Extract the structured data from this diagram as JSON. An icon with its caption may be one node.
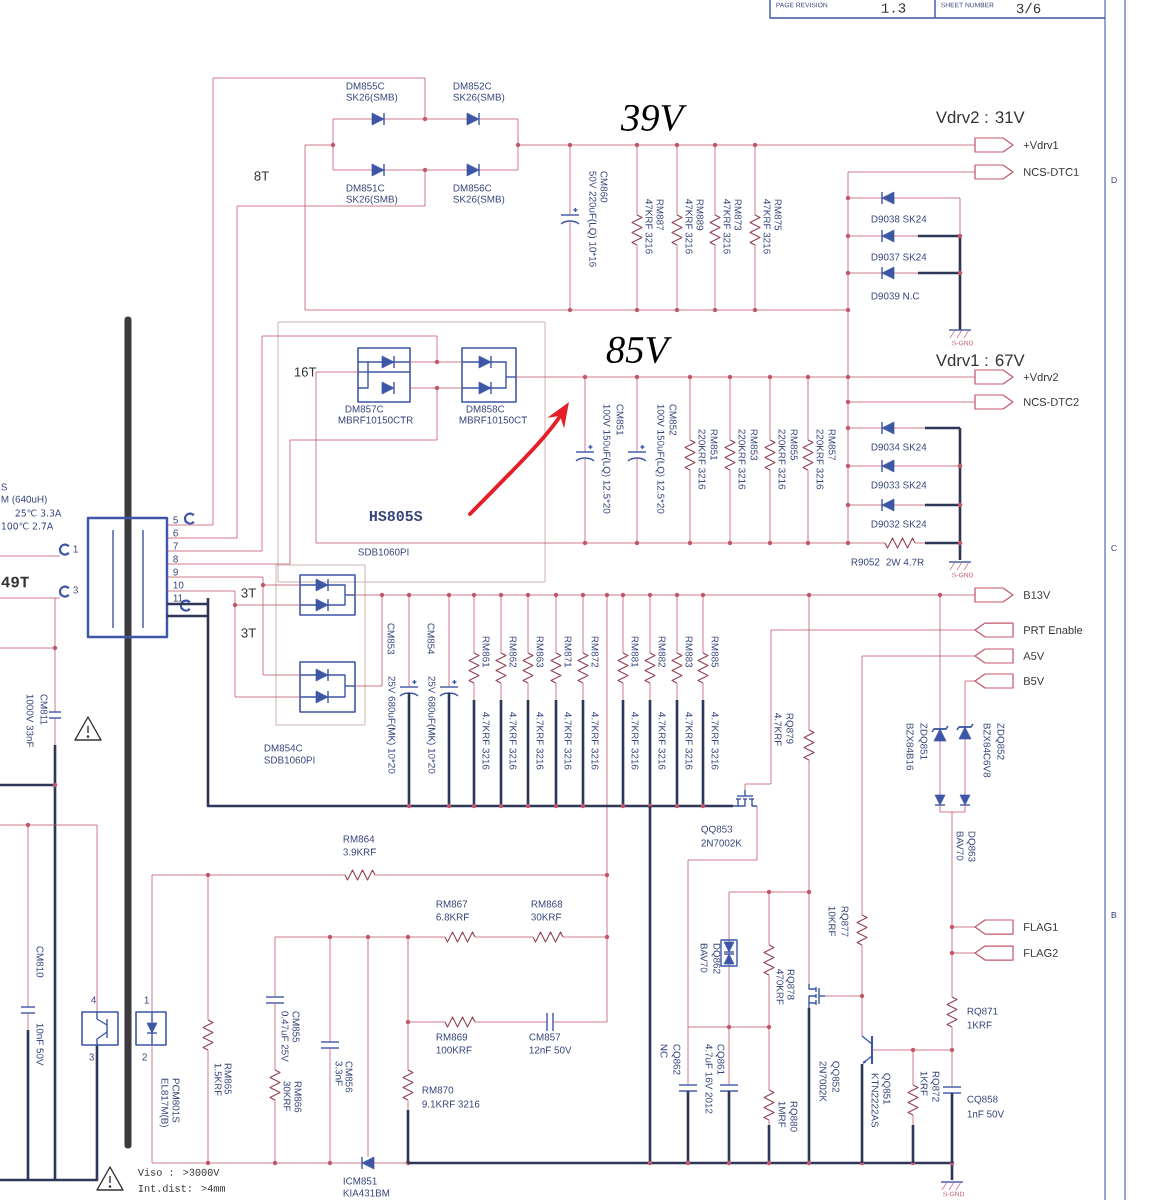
{
  "diagram": {
    "nodes": [
      {
        "text": [
          "+Vdrv1"
        ]
      },
      {
        "text": [
          "NCS-DTC1"
        ]
      },
      {
        "text": [
          "+Vdrv2"
        ]
      },
      {
        "text": [
          "NCS-DTC2"
        ]
      },
      {
        "text": [
          "B13V"
        ]
      },
      {
        "text": [
          "PRT Enable"
        ]
      },
      {
        "text": [
          "A5V"
        ]
      },
      {
        "text": [
          "B5V"
        ]
      },
      {
        "text": [
          "FLAG1"
        ]
      },
      {
        "text": [
          "FLAG2"
        ]
      }
    ],
    "labels": [
      "PAGE REVISION",
      "1.3",
      "SHEET NUMBER",
      "3/6",
      "DM855C",
      "SK26(SMB)",
      "DM852C",
      "SK26(SMB)",
      "8T",
      "DM851C",
      "SK26(SMB)",
      "DM856C",
      "SK26(SMB)",
      "39V",
      "Vdrv2 : 31V",
      "CM860",
      "50V 220uF(LQ) 10*16",
      "RM887",
      "47KRF 3216",
      "RM889",
      "47KRF 3216",
      "RM873",
      "47KRF 3216",
      "RM875",
      "47KRF 3216",
      "D9038 SK24",
      "D9037 SK24",
      "D9039 N.C",
      "S-GND",
      "85V",
      "Vdrv1 : 67V",
      "16T",
      "DM857C",
      "MBRF10150CTR",
      "DM858C",
      "MBRF10150CT",
      "CM851",
      "100V 150uF(LQ) 12.5*20",
      "CM852",
      "100V 150uF(LQ) 12.5*20",
      "RM851",
      "220KRF 3216",
      "RM853",
      "220KRF 3216",
      "RM855",
      "220KRF 3216",
      "RM857",
      "220KRF 3216",
      "D9034 SK24",
      "D9033 SK24",
      "D9032 SK24",
      "R9052",
      "2W 4.7R",
      "S-GND",
      "HS805S",
      "SDB1060PI",
      "S",
      "M (640uH)",
      "25℃ 3.3A",
      "100℃ 2.7A",
      "49T",
      "1",
      "3",
      "5",
      "6",
      "7",
      "8",
      "9",
      "10",
      "11",
      "3T",
      "3T",
      "DM854C",
      "SDB1060PI",
      "CM853",
      "25V 680uF(MK) 10*20",
      "CM854",
      "25V 680uF(MK) 10*20",
      "RM861",
      "4.7KRF 3216",
      "RM862",
      "4.7KRF 3216",
      "RM863",
      "4.7KRF 3216",
      "RM871",
      "4.7KRF 3216",
      "RM872",
      "4.7KRF 3216",
      "RM881",
      "4.7KRF 3216",
      "RM882",
      "4.7KRF 3216",
      "RM883",
      "4.7KRF 3216",
      "RM885",
      "4.7KRF 3216",
      "RQ879",
      "4.7KRF",
      "QQ853",
      "2N7002K",
      "ZDQ851",
      "BZX84B16",
      "ZDQ852",
      "BZX84C6V8",
      "DQ863",
      "BAV70",
      "RQ877",
      "10KRF",
      "DQ862",
      "BAV70",
      "RQ878",
      "470KRF",
      "QQ852",
      "2N7002K",
      "RQ871",
      "1KRF",
      "CQ862",
      "NC",
      "CQ861",
      "4.7uF 16V 2012",
      "RQ880",
      "1MRF",
      "QQ851",
      "KTN2222AS",
      "RQ872",
      "1KRF",
      "CQ858",
      "1nF 50V",
      "S-GND",
      "CM811",
      "1000V 33nF",
      "CM810",
      "10nF 50V",
      "4",
      "1",
      "3",
      "2",
      "PCM801S",
      "EL817M(B)",
      "RM864",
      "3.9KRF",
      "RM865",
      "1.5KRF",
      "RM867",
      "6.8KRF",
      "RM868",
      "30KRF",
      "CM855",
      "0.47uF 25V",
      "RM866",
      "30KRF",
      "CM856",
      "3.3nF",
      "RM869",
      "100KRF",
      "CM857",
      "12nF 50V",
      "RM870",
      "9.1KRF 3216",
      "ICM851",
      "KIA431BM",
      "Viso : >3000V",
      "Int.dist: >4mm",
      "D",
      "C",
      "B"
    ]
  }
}
